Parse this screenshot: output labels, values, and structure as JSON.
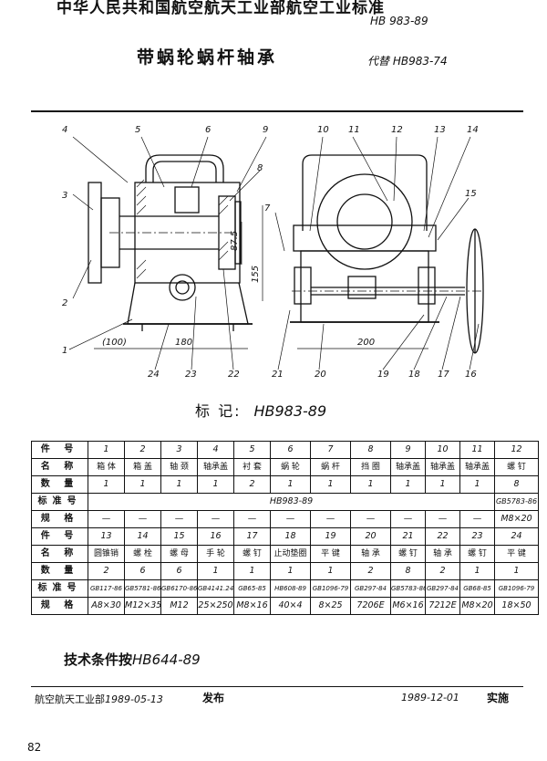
{
  "header": {
    "org_standard": "中华人民共和国航空航天工业部航空工业标准",
    "code": "HB 983-89"
  },
  "title": "带蜗轮蜗杆轴承",
  "supersedes": "代替 HB983-74",
  "drawing": {
    "callouts": [
      "1",
      "2",
      "3",
      "4",
      "5",
      "6",
      "7",
      "8",
      "9",
      "10",
      "11",
      "12",
      "13",
      "14",
      "15",
      "16",
      "17",
      "18",
      "19",
      "20",
      "21",
      "22",
      "23",
      "24"
    ],
    "dimensions": [
      "(100)",
      "180",
      "87.5",
      "155",
      "200"
    ]
  },
  "marking": {
    "label": "标 记:",
    "value": "HB983-89"
  },
  "table": {
    "top": [
      [
        "件 号",
        "1",
        "2",
        "3",
        "4",
        "5",
        "6",
        "7",
        "8",
        "9",
        "10",
        "11",
        "12"
      ],
      [
        "名 称",
        "箱 体",
        "箱 盖",
        "轴 颈",
        "轴承盖",
        "衬 套",
        "蜗 轮",
        "蜗 杆",
        "挡 圈",
        "轴承盖",
        "轴承盖",
        "轴承盖",
        "螺 钉"
      ],
      [
        "数 量",
        "1",
        "1",
        "1",
        "1",
        "2",
        "1",
        "1",
        "1",
        "1",
        "1",
        "1",
        "8"
      ],
      [
        "标准号",
        "",
        "",
        "",
        "",
        "",
        "HB983-89",
        "",
        "",
        "",
        "",
        "",
        "GB5783-86"
      ],
      [
        "规 格",
        "—",
        "—",
        "—",
        "—",
        "—",
        "—",
        "—",
        "—",
        "—",
        "—",
        "—",
        "M8×20"
      ]
    ],
    "bottom": [
      [
        "件 号",
        "13",
        "14",
        "15",
        "16",
        "17",
        "18",
        "19",
        "20",
        "21",
        "22",
        "23",
        "24"
      ],
      [
        "名 称",
        "圆锥销",
        "螺 栓",
        "螺 母",
        "手 轮",
        "螺 钉",
        "止动垫圈",
        "平 键",
        "轴 承",
        "螺 钉",
        "轴 承",
        "螺 钉",
        "平 键"
      ],
      [
        "数 量",
        "2",
        "6",
        "6",
        "1",
        "1",
        "1",
        "1",
        "2",
        "8",
        "2",
        "1",
        "1"
      ],
      [
        "标准号",
        "GB117-86",
        "GB5781-86",
        "GB6170-86",
        "GB4141.24-84",
        "GB65-85",
        "HB608-89",
        "GB1096-79",
        "GB297-84",
        "GB5783-86",
        "GB297-84",
        "GB68-85",
        "GB1096-79"
      ],
      [
        "规 格",
        "A8×30",
        "M12×35",
        "M12",
        "25×250",
        "M8×16",
        "40×4",
        "8×25",
        "7206E",
        "M6×16",
        "7212E",
        "M8×20",
        "18×50"
      ]
    ]
  },
  "tech": {
    "label": "技术条件按",
    "value": "HB644-89"
  },
  "footer": {
    "issuer": "航空航天工业部",
    "issue_date": "1989-05-13",
    "issue_label": "发布",
    "impl_date": "1989-12-01",
    "impl_label": "实施"
  },
  "page_number": "82"
}
